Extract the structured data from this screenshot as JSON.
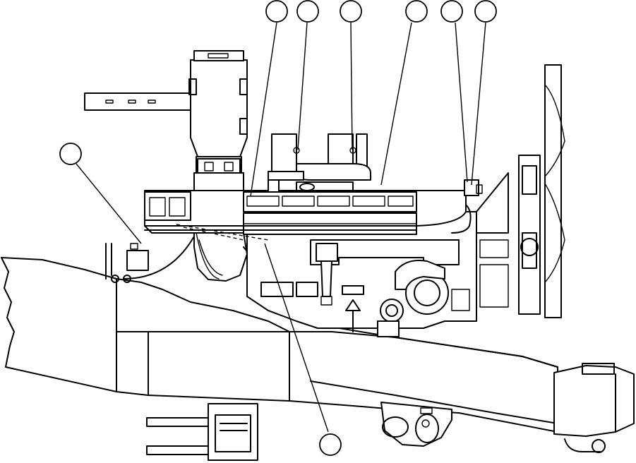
{
  "callouts": [
    {
      "id": "callout-1"
    },
    {
      "id": "callout-2"
    },
    {
      "id": "callout-3"
    },
    {
      "id": "callout-4"
    },
    {
      "id": "callout-5"
    },
    {
      "id": "callout-6"
    },
    {
      "id": "callout-7"
    },
    {
      "id": "callout-8"
    }
  ]
}
